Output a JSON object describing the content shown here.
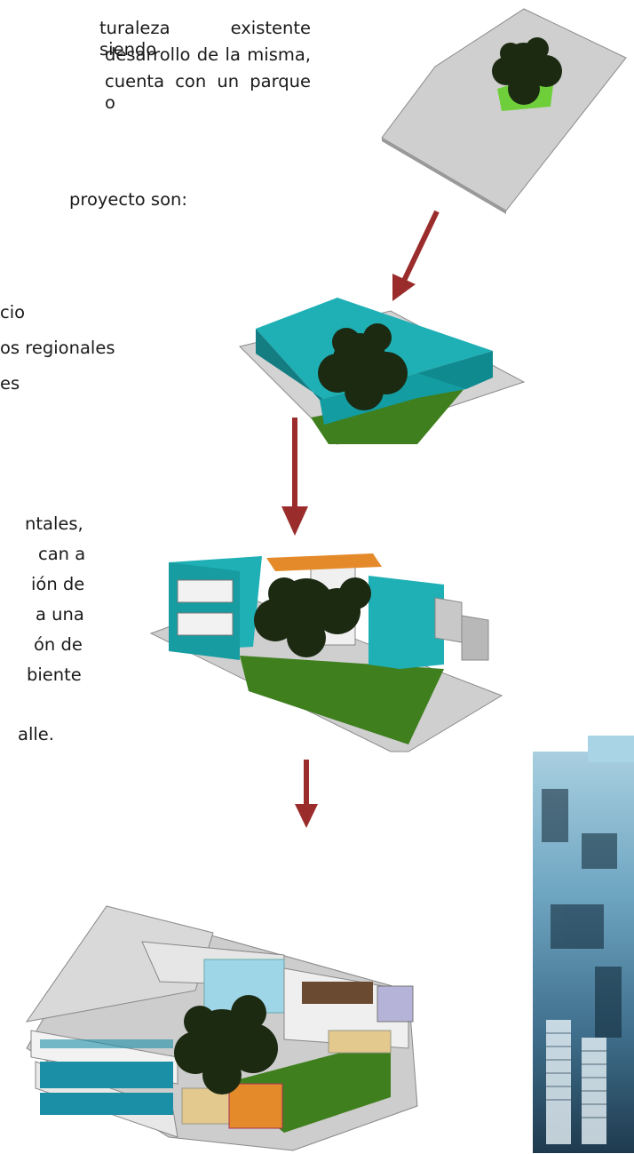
{
  "text_fragments": {
    "p1_line1": "turaleza existente siendo",
    "p1_line2": "desarrollo de la misma,",
    "p1_line3": "cuenta con un parque o",
    "p2_line1": "proyecto son:",
    "list_line1": "cio",
    "list_line2": "os regionales",
    "list_line3": "es",
    "p3_line1": "ntales,",
    "p3_line2": "can a",
    "p3_line3": "ión de",
    "p3_line4": "a una",
    "p3_line5": "ón de",
    "p3_line6": "biente",
    "p3_line7": "alle."
  },
  "colors": {
    "arrow": "#9b2c2c",
    "teal": "#19a3a8",
    "grass": "#3f7f1e",
    "slab": "#cfcfcf",
    "orange": "#e48a2a"
  },
  "icons": [
    "arrow-down-icon",
    "tree-icon"
  ]
}
